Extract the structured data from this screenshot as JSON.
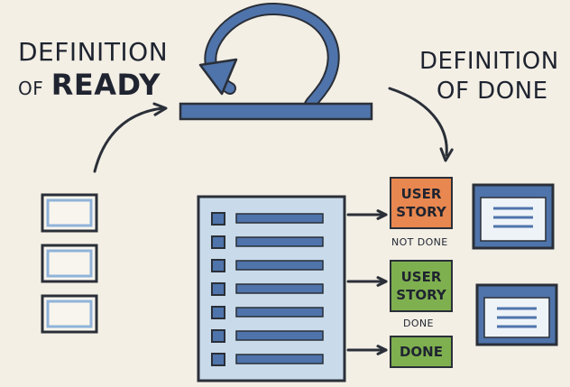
{
  "labels": {
    "definition_of_ready_line1": "DEFINITION",
    "definition_of_ready_line2_small": "OF",
    "definition_of_ready_line2_big": "READY",
    "definition_of_done_line1": "DEFINITION",
    "definition_of_done_line2": "OF DONE"
  },
  "cards": [
    {
      "lines": [
        "USER",
        "STORY"
      ],
      "status": "NOT DONE",
      "color": "#e8874f"
    },
    {
      "lines": [
        "USER",
        "STORY"
      ],
      "status": "DONE",
      "color": "#7fb04f"
    },
    {
      "lines": [
        "DONE"
      ],
      "status": "",
      "color": "#7fb04f"
    }
  ],
  "backlog_item_count": 7,
  "colors": {
    "accent_blue": "#4f74ab",
    "light_blue": "#8fb3d9",
    "ink": "#2a2f38",
    "paper": "#f3efe5"
  }
}
